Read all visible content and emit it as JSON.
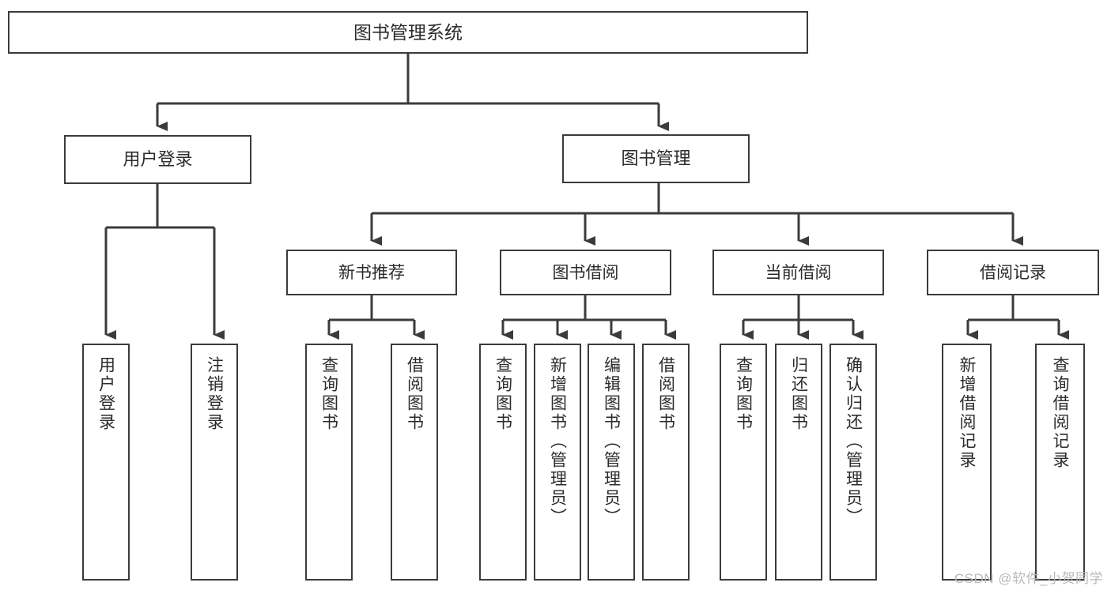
{
  "diagram": {
    "type": "tree",
    "title": "图书管理系统",
    "root": {
      "label": "图书管理系统"
    },
    "level1": [
      {
        "label": "用户登录"
      },
      {
        "label": "图书管理"
      }
    ],
    "level2": [
      {
        "label": "新书推荐"
      },
      {
        "label": "图书借阅"
      },
      {
        "label": "当前借阅"
      },
      {
        "label": "借阅记录"
      }
    ],
    "leaves": {
      "user_login": [
        {
          "label": "用户登录"
        },
        {
          "label": "注销登录"
        }
      ],
      "new_book_recommend": [
        {
          "label": "查询图书"
        },
        {
          "label": "借阅图书"
        }
      ],
      "book_borrow": [
        {
          "label": "查询图书"
        },
        {
          "label": "新增图书（管理员）"
        },
        {
          "label": "编辑图书（管理员）"
        },
        {
          "label": "借阅图书"
        }
      ],
      "current_borrow": [
        {
          "label": "查询图书"
        },
        {
          "label": "归还图书"
        },
        {
          "label": "确认归还（管理员）"
        }
      ],
      "borrow_record": [
        {
          "label": "新增借阅记录"
        },
        {
          "label": "查询借阅记录"
        }
      ]
    }
  },
  "watermark": {
    "text": "CSDN @软件_小贺同学"
  },
  "colors": {
    "stroke": "#3b3b3b",
    "background": "#ffffff",
    "text": "#2b2b2b",
    "watermark": "#b9b9b9"
  }
}
